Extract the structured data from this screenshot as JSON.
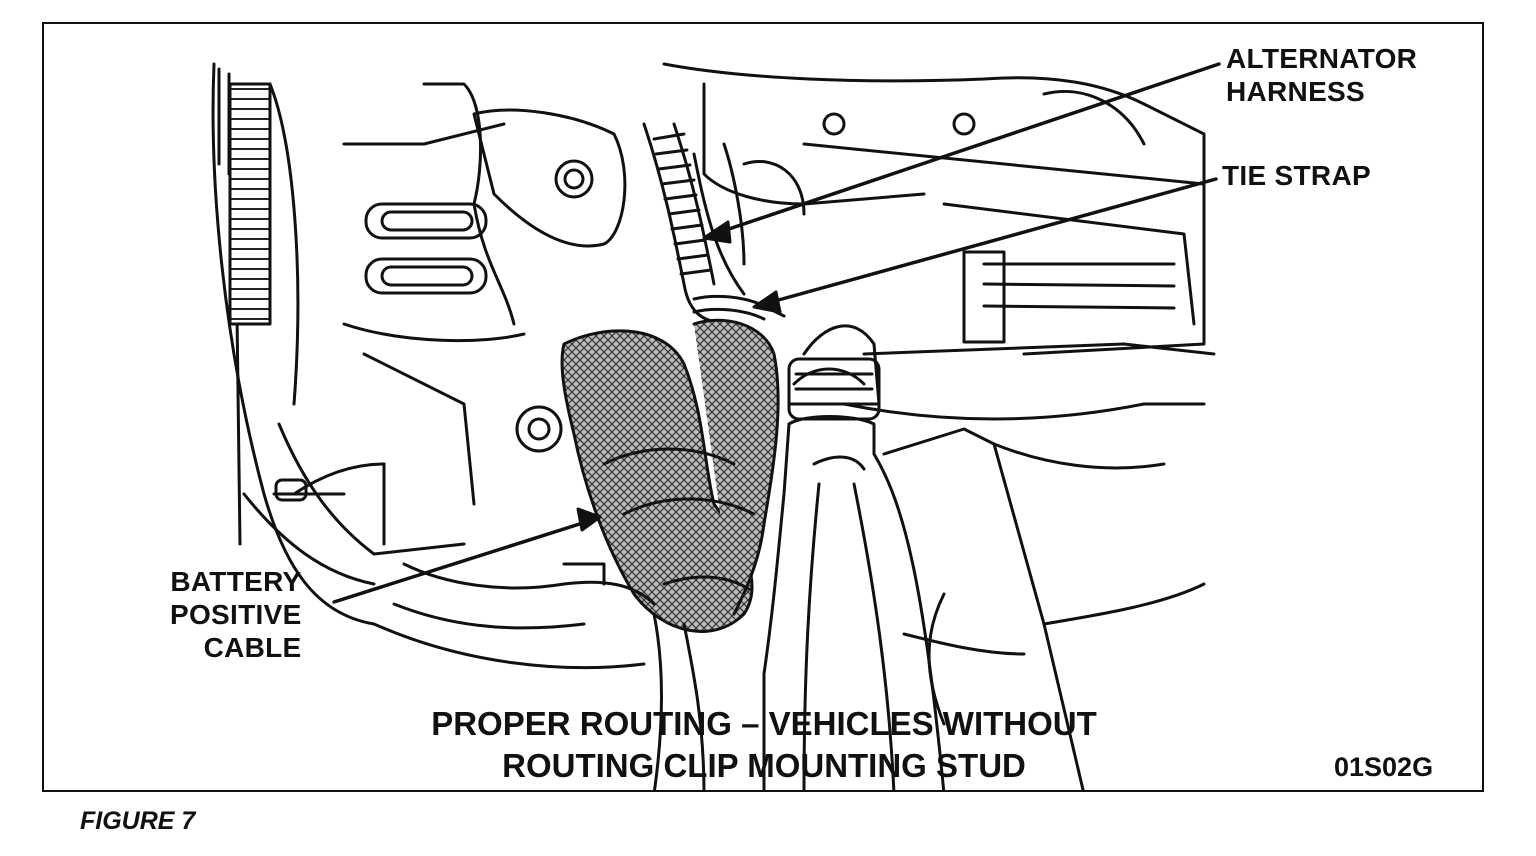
{
  "callouts": {
    "alternator_harness": [
      "ALTERNATOR",
      "HARNESS"
    ],
    "tie_strap": "TIE STRAP",
    "battery_positive_cable": [
      "BATTERY",
      "POSITIVE",
      "CABLE"
    ]
  },
  "caption": {
    "line1": "PROPER ROUTING – VEHICLES WITHOUT",
    "line2": "ROUTING CLIP MOUNTING STUD"
  },
  "figure_code": "01S02G",
  "figure_label": "FIGURE 7",
  "colors": {
    "ink": "#111111",
    "paper": "#ffffff",
    "hatch": "#888888"
  }
}
